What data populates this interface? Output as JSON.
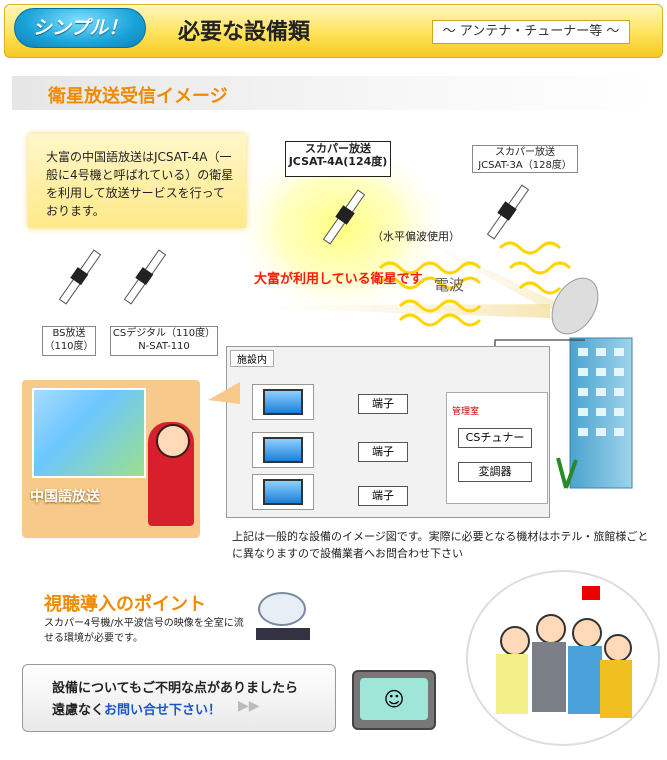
{
  "header": {
    "badge": "シンプル！",
    "title": "必要な設備類",
    "subtitle": "～ アンテナ・チューナー等 ～"
  },
  "section": {
    "title": "衛星放送受信イメージ"
  },
  "info_text": "大富の中国語放送はJCSAT-4A（一般に4号機と呼ばれている）の衛星を利用して放送サービスを行っております。",
  "satellites": {
    "main_line1": "スカパー放送",
    "main_line2": "JCSAT-4A(124度)",
    "right_line1": "スカパー放送",
    "right_line2": "JCSAT-3A（128度）",
    "bs_line1": "BS放送",
    "bs_line2": "（110度）",
    "cs_line1": "CSデジタル（110度）",
    "cs_line2": "N-SAT-110"
  },
  "diagram": {
    "polarization": "（水平偏波使用）",
    "daifu_sat": "大富が利用している衛星です",
    "wave": "電波",
    "facility": "施設内",
    "kanri": "管理室",
    "terminal": "端子",
    "cs_tuner": "CSチュナー",
    "modulator": "変調器",
    "room_label": "中国語放送"
  },
  "note": "上記は一般的な設備のイメージ図です。実際に必要となる機材はホテル・旅館様ごとに異なりますので設備業者へお問合わせ下さい",
  "points": {
    "title": "視聴導入のポイント",
    "text": "スカパー4号機/水平波信号の映像を全室に流せる環境が必要です。"
  },
  "contact": {
    "line1": "設備についてもご不明な点がありましたら",
    "line2_prefix": "遠慮なく",
    "link": "お問い合せ下さい！"
  },
  "colors": {
    "accent": "#f08a00",
    "red": "#ff1a00",
    "link": "#1a56c8"
  }
}
